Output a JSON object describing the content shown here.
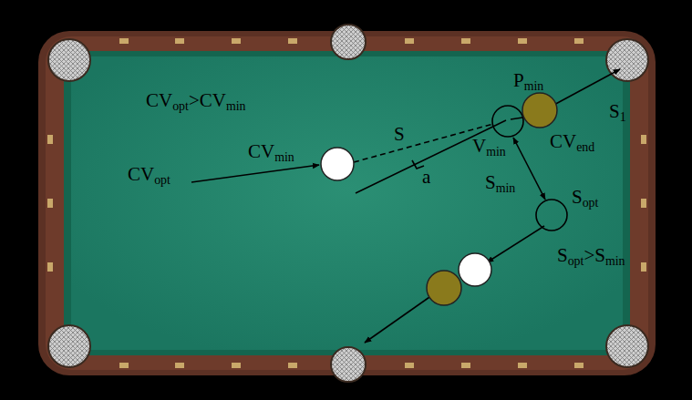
{
  "diagram": {
    "labels": [
      "CVopt>CVmin",
      "Pmin",
      "S1",
      "S",
      "CVmin",
      "a",
      "Vmin",
      "CVend",
      "CVopt",
      "Smin",
      "Sopt",
      "Sopt>Smin"
    ]
  }
}
